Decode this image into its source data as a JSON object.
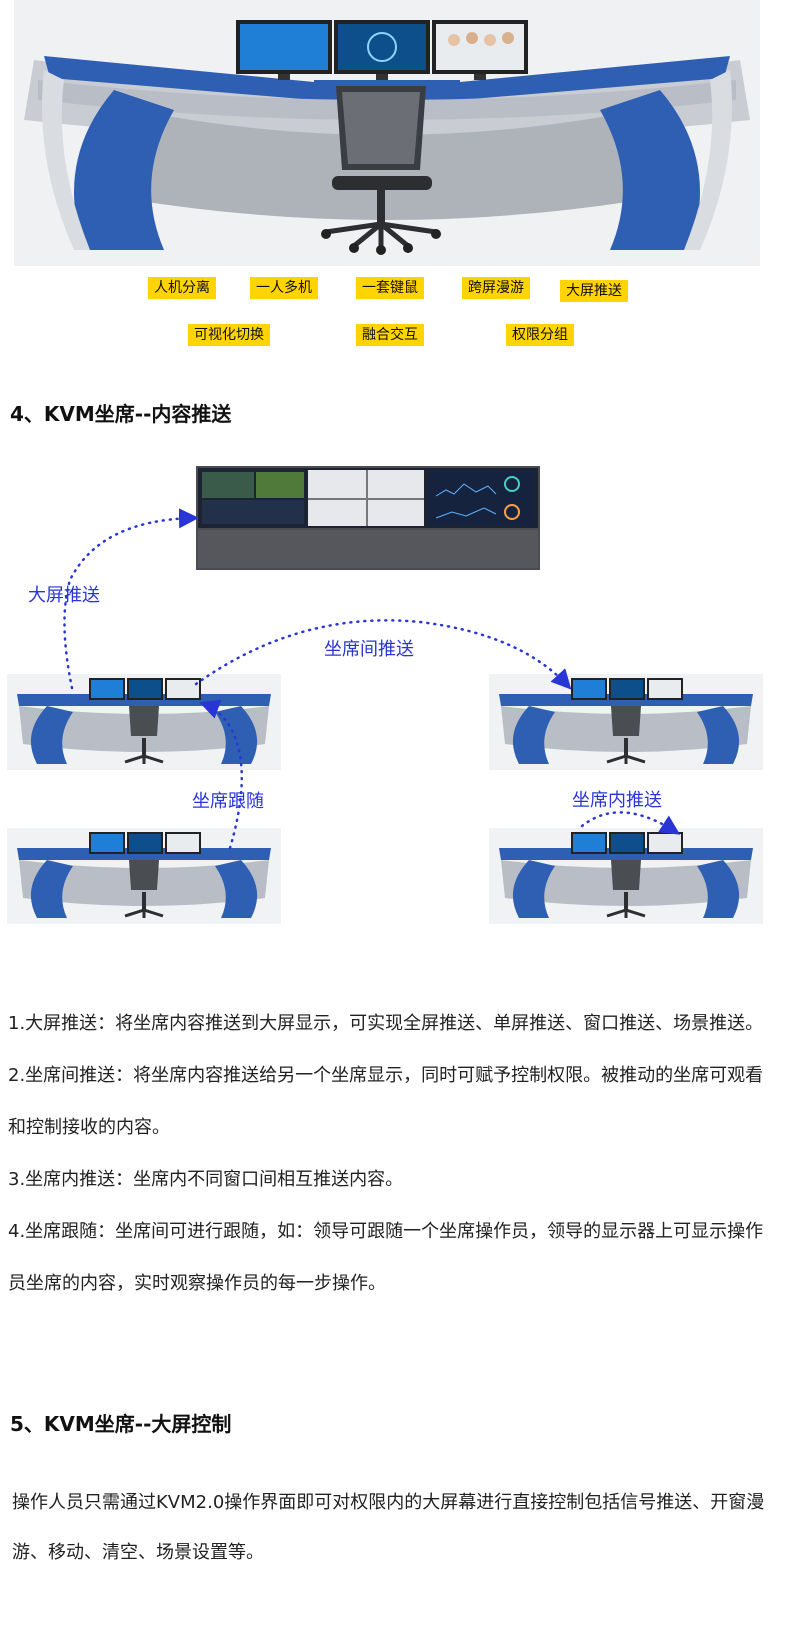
{
  "features_row1": [
    "人机分离",
    "一人多机",
    "一套键鼠",
    "跨屏漫游",
    "大屏推送"
  ],
  "features_row2": [
    "可视化切换",
    "融合交互",
    "权限分组"
  ],
  "section4": {
    "title": "4、KVM坐席--内容推送",
    "labels": {
      "big_screen_push": "大屏推送",
      "inter_seat_push": "坐席间推送",
      "seat_follow": "坐席跟随",
      "intra_seat_push": "坐席内推送"
    },
    "paragraphs": [
      "1.大屏推送：将坐席内容推送到大屏显示，可实现全屏推送、单屏推送、窗口推送、场景推送。",
      "2.坐席间推送：将坐席内容推送给另一个坐席显示，同时可赋予控制权限。被推动的坐席可观看和控制接收的内容。",
      "3.坐席内推送：坐席内不同窗口间相互推送内容。",
      "4.坐席跟随：坐席间可进行跟随，如：领导可跟随一个坐席操作员，领导的显示器上可显示操作员坐席的内容，实时观察操作员的每一步操作。"
    ]
  },
  "section5": {
    "title": "5、KVM坐席--大屏控制",
    "text": "操作人员只需通过KVM2.0操作界面即可对权限内的大屏幕进行直接控制包括信号推送、开窗漫游、移动、清空、场景设置等。"
  },
  "colors": {
    "desk_blue": "#2f5fb3",
    "tag_yellow": "#ffd400",
    "arrow_blue": "#2a35d6"
  }
}
